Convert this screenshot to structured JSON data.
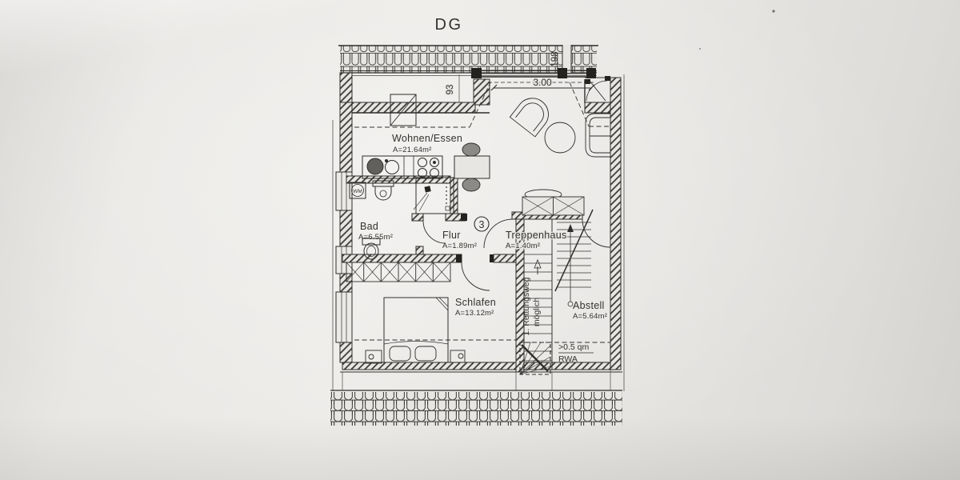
{
  "title": "DG",
  "rooms": {
    "wohnen": {
      "name": "Wohnen/Essen",
      "area": "A=21.64m²"
    },
    "bad": {
      "name": "Bad",
      "area": "A=6.55m²"
    },
    "flur": {
      "name": "Flur",
      "area": "A=1.89m²"
    },
    "treppenhaus": {
      "name": "Treppenhaus",
      "area": "A=1.40m²"
    },
    "schlafen": {
      "name": "Schlafen",
      "area": "A=13.12m²"
    },
    "abstell": {
      "name": "Abstell",
      "area": "A=5.64m²"
    }
  },
  "labels": {
    "unit_number": "3",
    "wm": "WM",
    "rwa_size": ">0.5 qm",
    "rwa": "RWA",
    "escape_route_line1": "1. Rettungsweg",
    "escape_route_line2": "möglich"
  },
  "dimensions": {
    "dormer_width": "3.00",
    "window_width": "93",
    "roof_window": "198"
  },
  "colors": {
    "paper": "#e8e6e3",
    "ink": "#2e2d2b"
  }
}
